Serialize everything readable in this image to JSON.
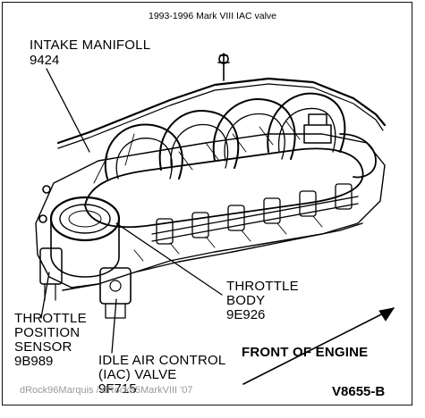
{
  "caption": "1993-1996 Mark VIII IAC valve",
  "labels": {
    "intake_manifold": {
      "name": "INTAKE MANIFOLL",
      "part": "9424"
    },
    "throttle_body": {
      "line1": "THROTTLE",
      "line2": "BODY",
      "part": "9E926"
    },
    "throttle_position_sensor": {
      "line1": "THROTTLE",
      "line2": "POSITION",
      "line3": "SENSOR",
      "part": "9B989"
    },
    "iac_valve": {
      "line1": "IDLE AIR CONTROL",
      "line2": "(IAC) VALVE",
      "part": "9F715"
    },
    "front_of_engine": "FRONT OF ENGINE"
  },
  "watermark": "dRock96Marquis / dRock95MarkVIII '07",
  "figure_code": "V8655-B",
  "colors": {
    "ink": "#000000",
    "watermark": "#9a9a9a",
    "background": "#ffffff"
  }
}
